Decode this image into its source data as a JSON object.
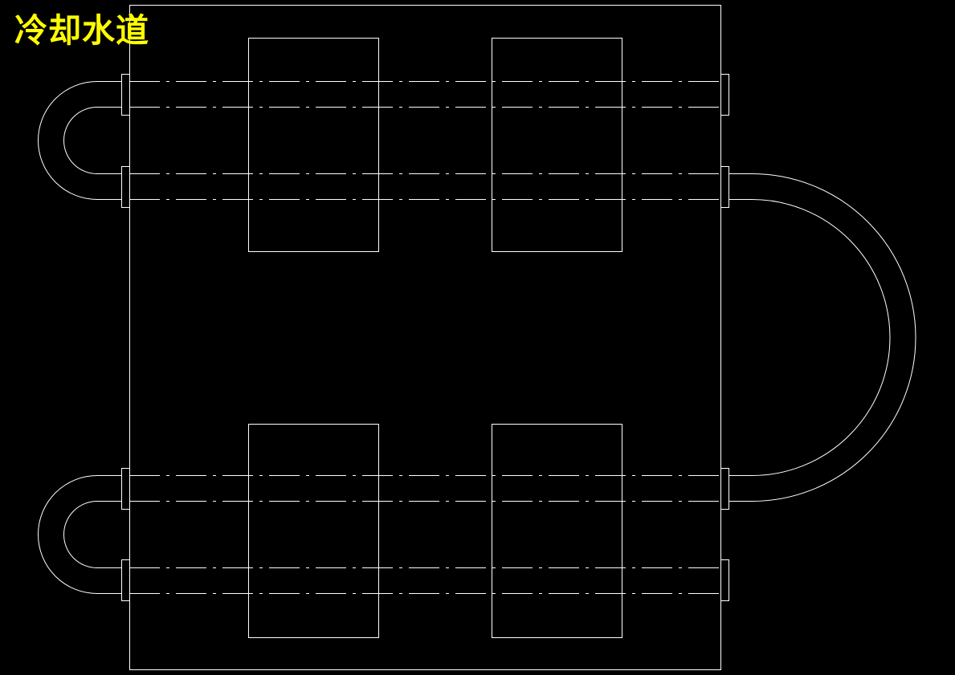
{
  "title": "冷却水道",
  "colors": {
    "background": "#000000",
    "linework": "#ffffff",
    "title_text": "#ffff00"
  },
  "line_styles": {
    "outline": "solid",
    "water_channel_centerline": "dash-dot"
  },
  "components": {
    "mold_plate": "rectangle",
    "cavity_inserts": 4,
    "cooling_channels": 4,
    "u_bend_connectors": 3,
    "pipe_fittings": 8
  }
}
